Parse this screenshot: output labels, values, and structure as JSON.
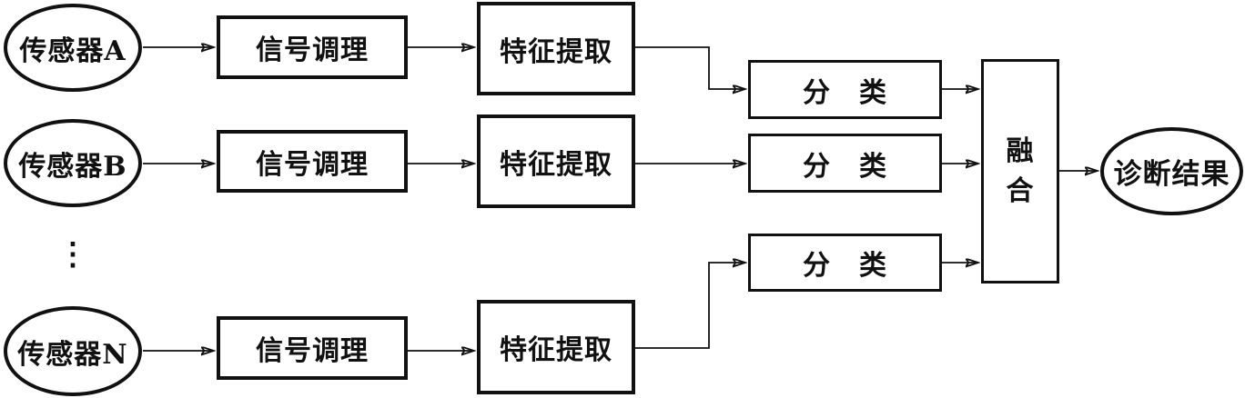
{
  "flowchart": {
    "rows": [
      {
        "sensor": "传感器A",
        "signal_conditioning": "信号调理",
        "feature_extraction": "特征提取"
      },
      {
        "sensor": "传感器B",
        "signal_conditioning": "信号调理",
        "feature_extraction": "特征提取"
      },
      {
        "sensor": "传感器N",
        "signal_conditioning": "信号调理",
        "feature_extraction": "特征提取"
      }
    ],
    "classifiers": [
      {
        "label": "分　类"
      },
      {
        "label": "分　类"
      },
      {
        "label": "分　类"
      }
    ],
    "fusion_label": "融合",
    "result_label": "诊断结果",
    "ellipsis": "⋮",
    "colors": {
      "stroke": "#111111",
      "background": "#ffffff"
    }
  }
}
